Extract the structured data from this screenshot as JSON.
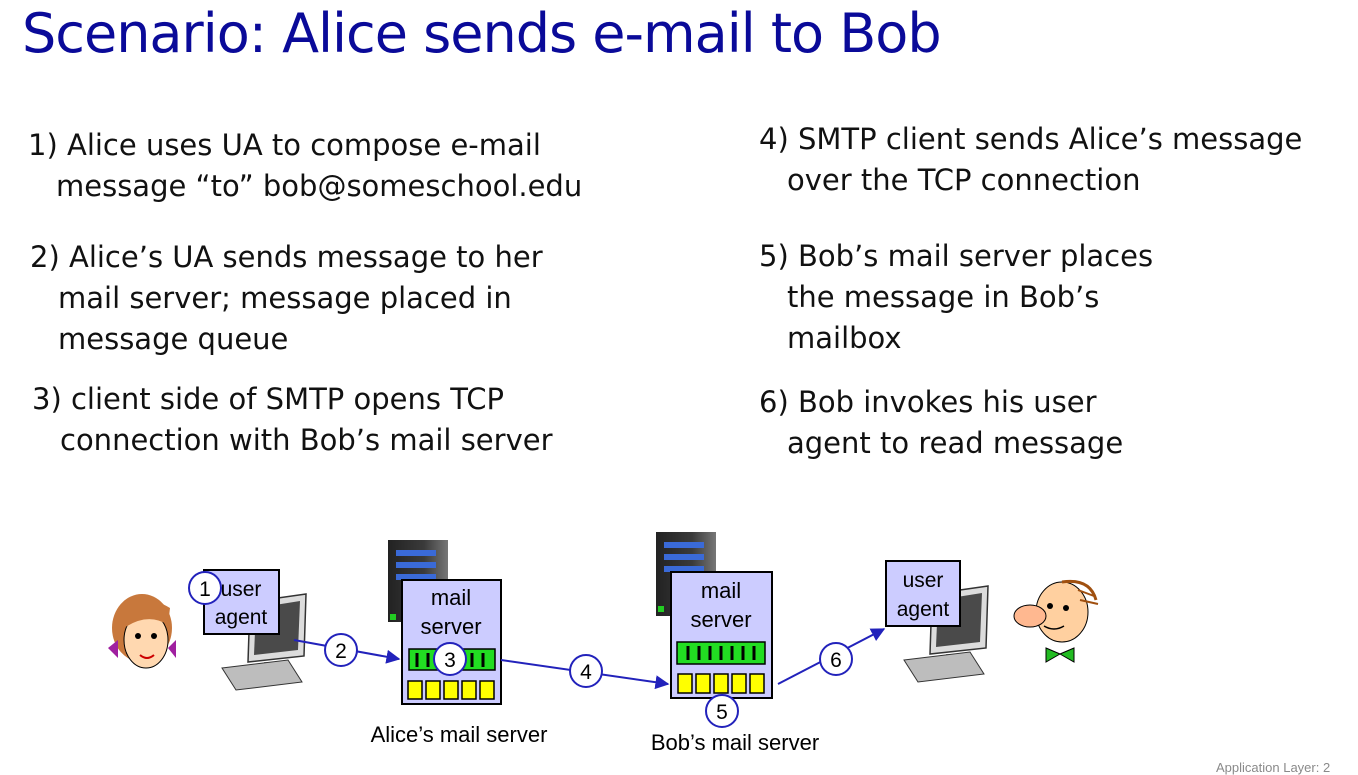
{
  "title": "Scenario: Alice sends e-mail to Bob",
  "steps_left": [
    {
      "line1": "1) Alice uses UA to compose e-mail",
      "line2": "message “to” bob@someschool.edu",
      "line3": ""
    },
    {
      "line1": "2) Alice’s UA sends message to her",
      "line2": "mail server; message placed in",
      "line3": "message queue"
    },
    {
      "line1": "3) client side of SMTP opens TCP",
      "line2": "connection with Bob’s mail server",
      "line3": ""
    }
  ],
  "steps_right": [
    {
      "line1": "4) SMTP client sends Alice’s message",
      "line2": "over the TCP connection",
      "line3": ""
    },
    {
      "line1": "5) Bob’s mail server places",
      "line2": "the message in Bob’s",
      "line3": "mailbox"
    },
    {
      "line1": "6) Bob invokes his user",
      "line2": "agent to read message",
      "line3": ""
    }
  ],
  "diagram": {
    "alice_ua": {
      "line1": "user",
      "line2": "agent"
    },
    "bob_ua": {
      "line1": "user",
      "line2": "agent"
    },
    "alice_server": {
      "line1": "mail",
      "line2": "server",
      "caption": "Alice’s mail server"
    },
    "bob_server": {
      "line1": "mail",
      "line2": "server",
      "caption": "Bob’s mail server"
    },
    "step_markers": [
      "1",
      "2",
      "3",
      "4",
      "5",
      "6"
    ]
  },
  "footer": "Application Layer: 2",
  "colors": {
    "title": "#0a0a99",
    "box_fill": "#ccccff",
    "queue_green": "#22dd22",
    "mailbox_yellow": "#ffff00",
    "arrow": "#2222bb"
  },
  "icons": [
    "alice-face-icon",
    "bob-face-icon",
    "computer-icon",
    "server-rack-icon"
  ]
}
